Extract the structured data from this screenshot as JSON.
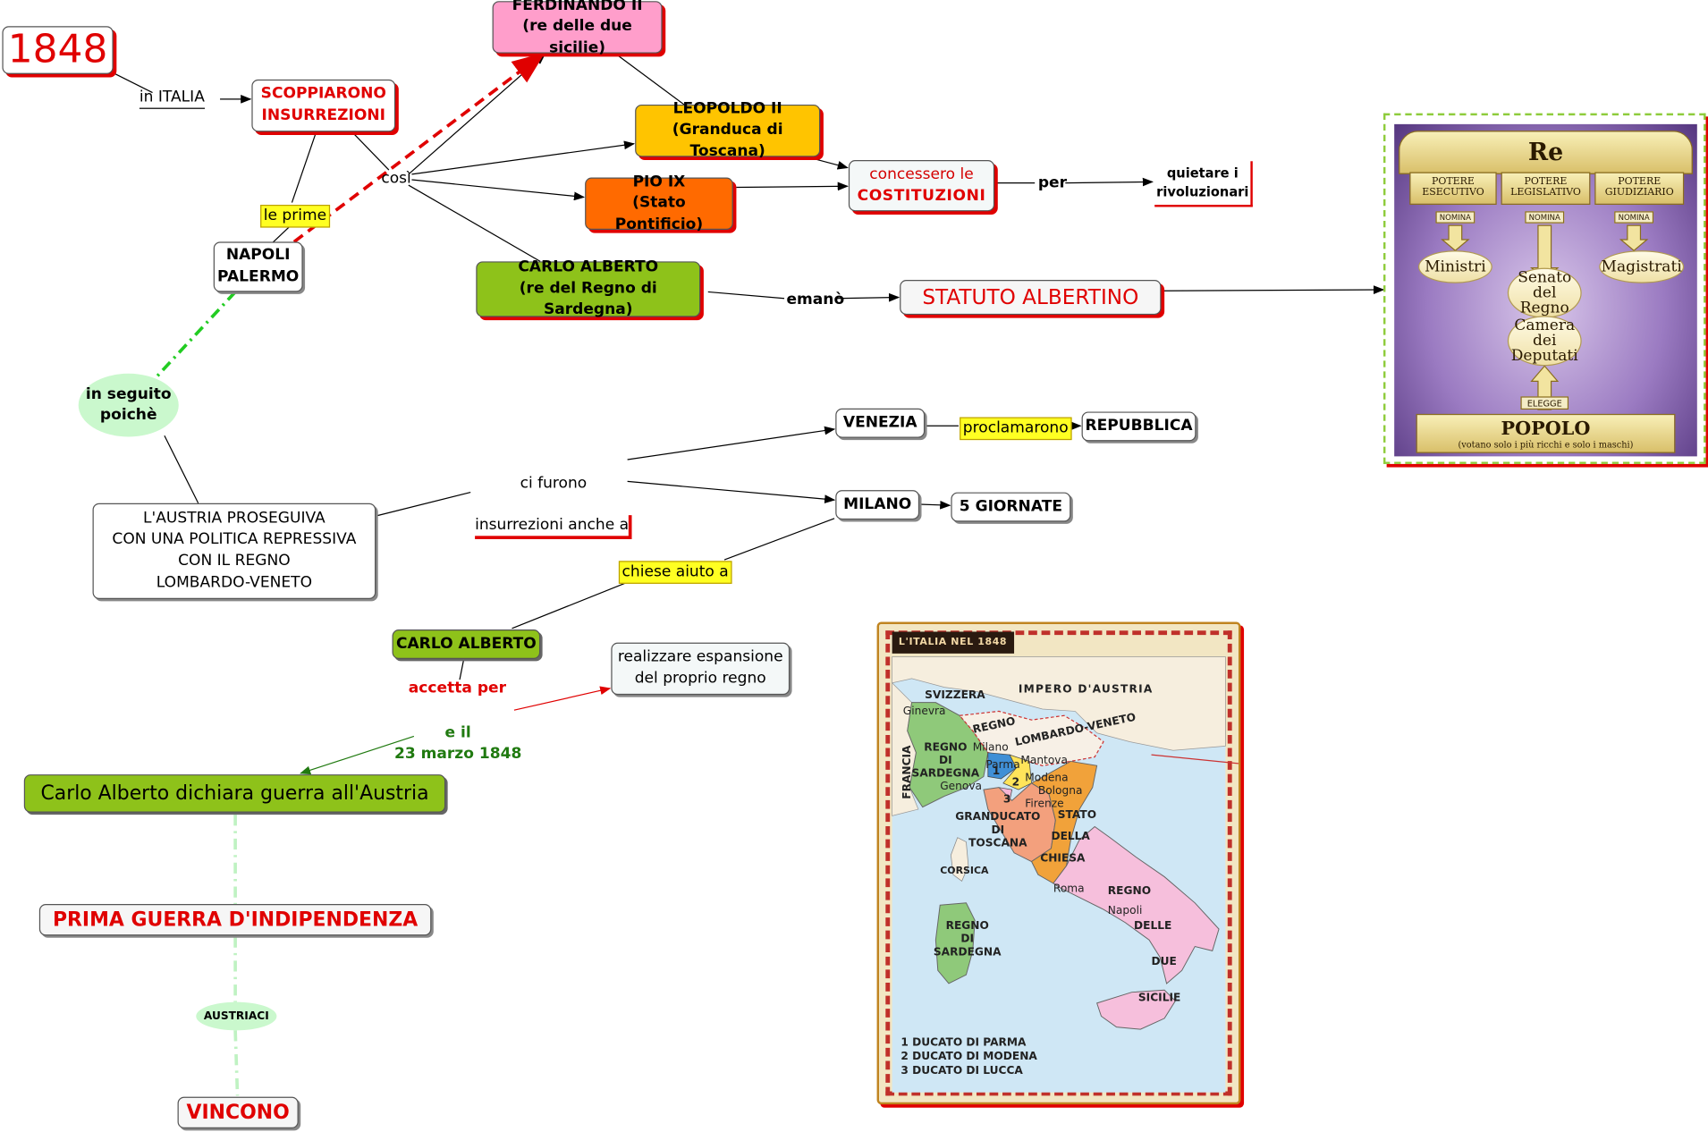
{
  "nodes": {
    "n1848": "1848",
    "scoppiarono": "SCOPPIARONO\nINSURREZIONI",
    "ferdinando": "FERDINANDO II\n(re delle due sicilie)",
    "leopoldo": "LEOPOLDO II\n(Granduca di Toscana)",
    "pio": "PIO IX\n(Stato Pontificio)",
    "carloalberto1": "CARLO ALBERTO\n(re del Regno di Sardegna)",
    "costituzioni_line1": "concessero le",
    "costituzioni_line2": "COSTITUZIONI",
    "quietare": "quietare i\nrivoluzionari",
    "statuto": "STATUTO ALBERTINO",
    "napoli": "NAPOLI\nPALERMO",
    "austria": "L'AUSTRIA PROSEGUIVA\nCON UNA POLITICA REPRESSIVA\nCON IL REGNO\nLOMBARDO-VENETO",
    "venezia": "VENEZIA",
    "repubblica": "REPUBBLICA",
    "milano": "MILANO",
    "giornate": "5 GIORNATE",
    "carloalberto2": "CARLO ALBERTO",
    "espansione": "realizzare espansione\ndel proprio regno",
    "dichiara": "Carlo Alberto dichiara guerra all'Austria",
    "prima_guerra": "PRIMA GUERRA D'INDIPENDENZA",
    "vincono": "VINCONO"
  },
  "ellipses": {
    "in_seguito": "in seguito\npoichè",
    "austriaci": "AUSTRIACI"
  },
  "labels": {
    "in_italia": "in ITALIA",
    "cosi": "così",
    "le_prime": "le prime",
    "per": "per",
    "emano": "emanò",
    "ci_furono_line1": "ci furono",
    "ci_furono_line2": "insurrezioni anche a",
    "proclamarono": "proclamarono",
    "chiese_aiuto": "chiese aiuto a",
    "accetta_per": "accetta per",
    "e_il": "e il\n23 marzo 1848"
  },
  "scheme": {
    "re": "Re",
    "esecutivo": "POTERE\nESECUTIVO",
    "legislativo": "POTERE\nLEGISLATIVO",
    "giudiziario": "POTERE\nGIUDIZIARIO",
    "nomina": "NOMINA",
    "ministri": "Ministri",
    "magistrati": "Magistrati",
    "senato": "Senato\ndel\nRegno",
    "camera": "Camera\ndei\nDeputati",
    "elegge": "ELEGGE",
    "popolo": "POPOLO",
    "popolo_note": "(votano solo i più ricchi e solo i maschi)"
  },
  "map": {
    "title": "L'ITALIA NEL 1848",
    "svizzera": "SVIZZERA",
    "impero": "IMPERO D'AUSTRIA",
    "francia": "FRANCIA",
    "regno_lv": "REGNO",
    "lombardo_veneto": "LOMBARDO-VENETO",
    "regno_sardegna_nord": "REGNO\nDI\nSARDEGNA",
    "granducato": "GRANDUCATO\nDI\nTOSCANA",
    "stato": "STATO",
    "della": "DELLA",
    "chiesa": "CHIESA",
    "corsica": "CORSICA",
    "regno_sardegna_isola": "REGNO\nDI\nSARDEGNA",
    "regno": "REGNO",
    "delle": "DELLE",
    "due": "DUE",
    "sicilie": "SICILIE",
    "ginevra": "Ginevra",
    "milano": "Milano",
    "mantova": "Mantova",
    "parma": "Parma",
    "modena": "Modena",
    "bologna": "Bologna",
    "genova": "Genova",
    "firenze": "Firenze",
    "roma": "Roma",
    "napoli": "Napoli",
    "n1": "1",
    "n2": "2",
    "n3": "3",
    "legend": "1 DUCATO DI PARMA\n2 DUCATO DI MODENA\n3 DUCATO DI LUCCA"
  },
  "colors": {
    "accent_red": "#e00000",
    "pink": "#ff9ecb",
    "yellow": "#ffc400",
    "orange": "#ff6a00",
    "green": "#8ec21a",
    "light_green": "#caf8cd"
  }
}
